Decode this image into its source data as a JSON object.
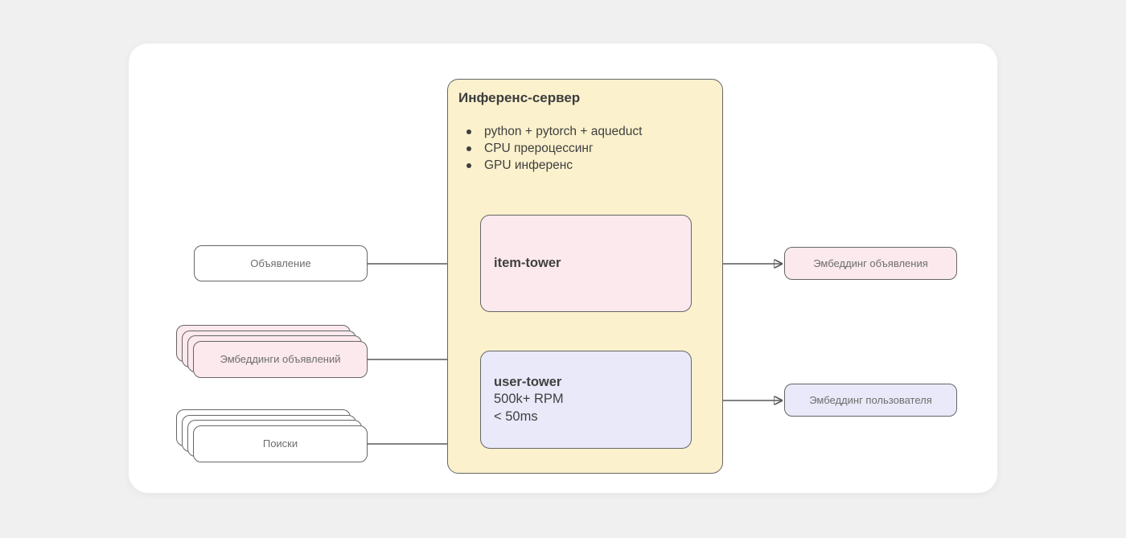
{
  "colors": {
    "page_bg": "#f0f0f1",
    "card_bg": "#ffffff",
    "server_fill": "#fbf1cd",
    "pink_fill": "#fbe9ed",
    "lavender_fill": "#e9e9fa",
    "border": "#666666",
    "wire": "#595959",
    "text_dark": "#3f3f3f",
    "text_gray": "#6e6e6e"
  },
  "server": {
    "title": "Инференс-сервер",
    "bullets": [
      "python + pytorch + aqueduct",
      "CPU прероцессинг",
      "GPU инференс"
    ]
  },
  "nodes": {
    "item_tower": {
      "title": "item-tower"
    },
    "user_tower": {
      "title": "user-tower",
      "line2": "500k+ RPM",
      "line3": "< 50ms"
    },
    "ad_input": {
      "label": "Объявление"
    },
    "ad_embeddings_stack": {
      "label": "Эмбеддинги объявлений"
    },
    "searches_stack": {
      "label": "Поиски"
    },
    "ad_embedding_out": {
      "label": "Эмбеддинг объявления"
    },
    "user_embedding_out": {
      "label": "Эмбеддинг пользователя"
    }
  }
}
